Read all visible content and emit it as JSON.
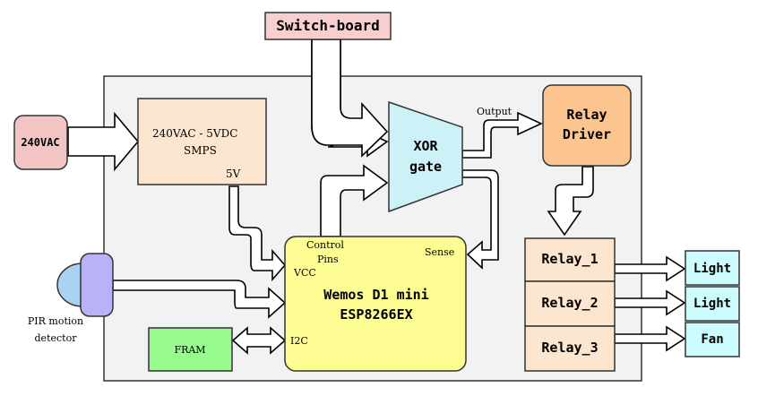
{
  "blocks": {
    "switchboard": "Switch-board",
    "ac_source": "240VAC",
    "smps_line1": "240VAC - 5VDC",
    "smps_line2": "SMPS",
    "smps_5v": "5V",
    "xor_line1": "XOR",
    "xor_line2": "gate",
    "relay_driver_line1": "Relay",
    "relay_driver_line2": "Driver",
    "mcu_line1": "Wemos D1 mini",
    "mcu_line2": "ESP8266EX",
    "fram": "FRAM",
    "pir_line1": "PIR motion",
    "pir_line2": "detector"
  },
  "pins": {
    "control_line1": "Control",
    "control_line2": "Pins",
    "sense": "Sense",
    "vcc": "VCC",
    "i2c": "I2C",
    "output": "Output"
  },
  "relays": [
    "Relay_1",
    "Relay_2",
    "Relay_3"
  ],
  "loads": [
    "Light",
    "Light",
    "Fan"
  ],
  "colors": {
    "switchboard": "#f7cfcf",
    "ac_source": "#f2c4c4",
    "smps": "#fde6cf",
    "xor": "#ccf2f8",
    "relay_driver": "#fcc48e",
    "mcu": "#fdfd93",
    "fram": "#97fb8e",
    "relays": "#fde6cf",
    "loads": "#ccfcfd",
    "pir_sensor": "#b9b2f8",
    "pir_lens": "#aad2f2",
    "board": "#f2f2f2"
  }
}
